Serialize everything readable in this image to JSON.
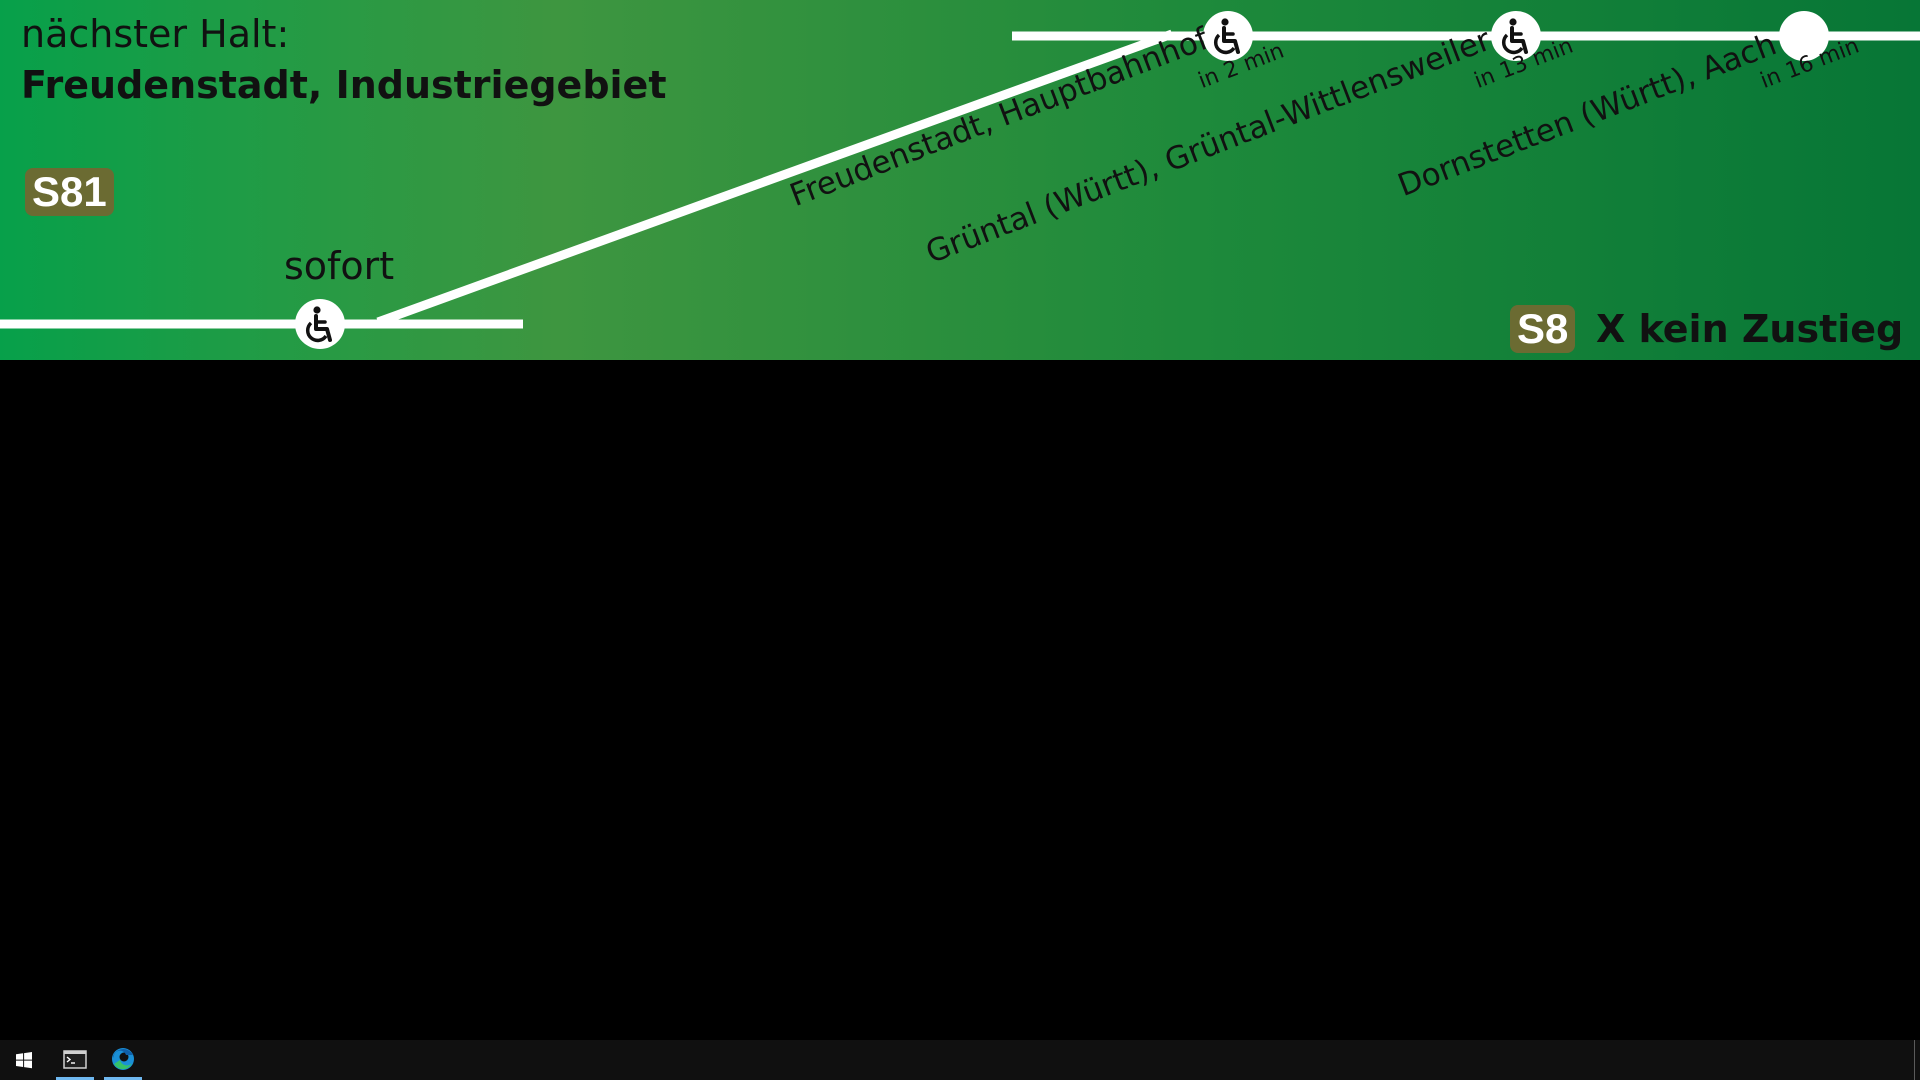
{
  "display": {
    "next_stop_label": "nächster Halt:",
    "next_stop_name": "Freudenstadt, Industriegebiet",
    "current_line": "S81",
    "current_stop_time": "sofort",
    "upcoming_stops": [
      {
        "name": "Freudenstadt, Hauptbahnhof",
        "time": "in 2 min",
        "wheelchair_accessible": true
      },
      {
        "name": "Grüntal (Württ), Grüntal-Wittlensweiler",
        "time": "in 13 min",
        "wheelchair_accessible": true
      },
      {
        "name": "Dornstetten (Württ), Aach",
        "time": "in 16 min",
        "wheelchair_accessible": false
      }
    ],
    "notice_line": "S8",
    "notice_text": "X kein Zustieg",
    "colors": {
      "badge_background": "#6b6b32",
      "line": "#ffffff",
      "banner_left": "#07a04a",
      "banner_right": "#077636"
    },
    "icons": {
      "accessible": "wheelchair-icon"
    }
  },
  "taskbar": {
    "items": [
      {
        "icon": "windows-start-icon"
      },
      {
        "icon": "terminal-icon",
        "active": true
      },
      {
        "icon": "edge-browser-icon",
        "active": true
      }
    ]
  }
}
